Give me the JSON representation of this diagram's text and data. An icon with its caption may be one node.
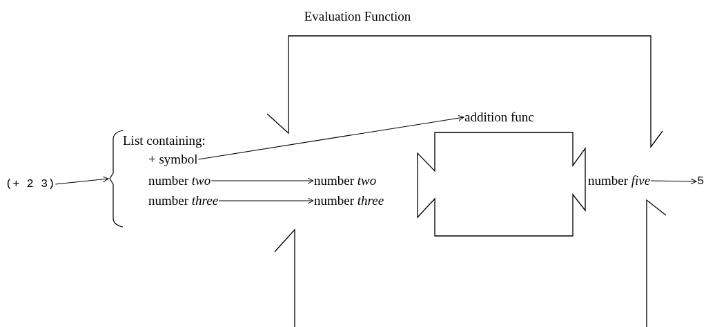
{
  "diagram": {
    "title": "Evaluation Function",
    "nodes": [
      {
        "text": [
          "(+ 2 3)"
        ]
      },
      {
        "text": [
          "List containing:"
        ]
      },
      {
        "text": [
          "+ symbol"
        ],
        "in": 1
      },
      {
        "text": [
          "number *two*"
        ],
        "in": 1
      },
      {
        "text": [
          "number *three*"
        ],
        "in": 1
      },
      {
        "text": [
          "addition func"
        ]
      },
      {
        "text": [
          "number *two*"
        ]
      },
      {
        "text": [
          "number *three*"
        ]
      },
      {
        "text": [],
        "shape": "box"
      },
      {
        "text": [
          "number *five*"
        ]
      },
      {
        "text": [
          "5"
        ]
      }
    ],
    "edges": [
      {
        "from": 0,
        "to": 1,
        "arrow": "to"
      },
      {
        "from": 2,
        "to": 5,
        "arrow": "to"
      },
      {
        "from": 3,
        "to": 6,
        "arrow": "to"
      },
      {
        "from": 4,
        "to": 7,
        "arrow": "to"
      },
      {
        "from": 9,
        "to": 10,
        "arrow": "to"
      }
    ]
  }
}
